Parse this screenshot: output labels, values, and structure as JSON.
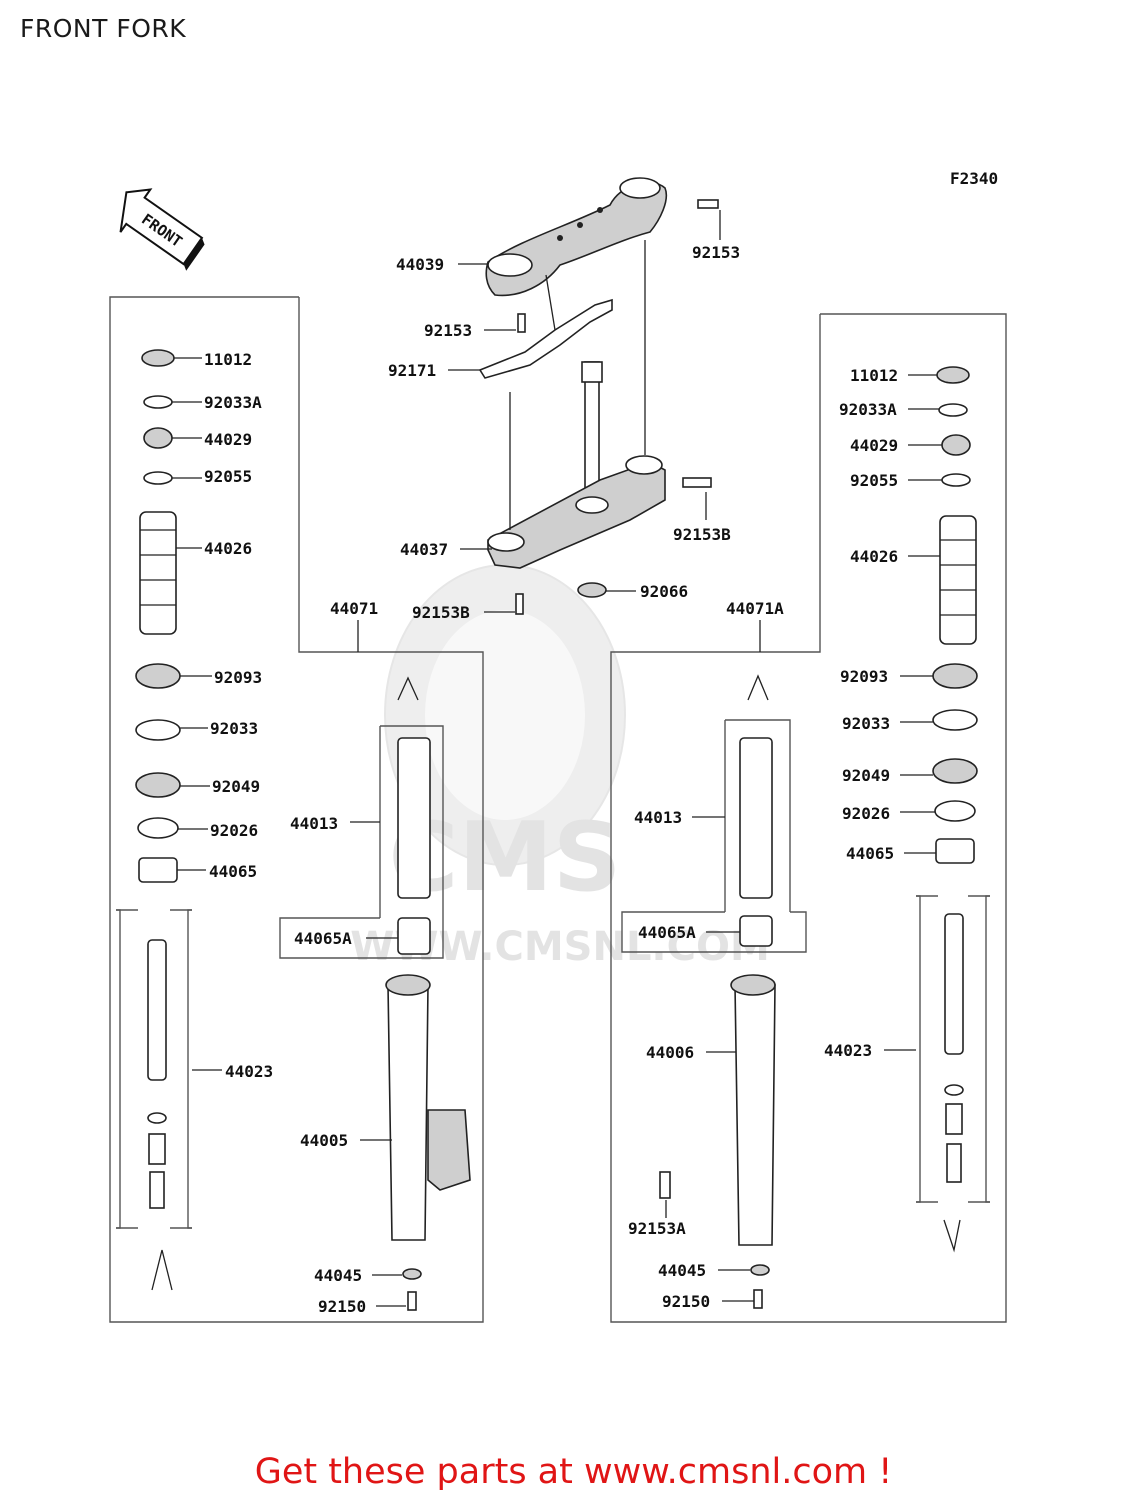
{
  "header": {
    "title": "FRONT FORK"
  },
  "figure": {
    "code": "F2340",
    "direction_label": "FRONT"
  },
  "watermark": {
    "brand": "CMS",
    "url": "WWW.CMSNL.COM"
  },
  "labels": {
    "top": {
      "p44039": "44039",
      "p92153_top": "92153",
      "p92153_upper": "92153",
      "p92171": "92171",
      "p44037": "44037",
      "p92153B_right": "92153B",
      "p92153B_left": "92153B",
      "p92066": "92066"
    },
    "left": {
      "p11012": "11012",
      "p92033A": "92033A",
      "p44029": "44029",
      "p92055": "92055",
      "p44026": "44026",
      "p44071": "44071",
      "p92093": "92093",
      "p92033": "92033",
      "p92049": "92049",
      "p92026": "92026",
      "p44065": "44065",
      "p44013": "44013",
      "p44065A": "44065A",
      "p44023": "44023",
      "p44005": "44005",
      "p44045": "44045",
      "p92150": "92150"
    },
    "right": {
      "p11012": "11012",
      "p92033A": "92033A",
      "p44029": "44029",
      "p92055": "92055",
      "p44026": "44026",
      "p44071A": "44071A",
      "p92093": "92093",
      "p92033": "92033",
      "p92049": "92049",
      "p92026": "92026",
      "p44065": "44065",
      "p44013": "44013",
      "p44065A": "44065A",
      "p44006": "44006",
      "p44023": "44023",
      "p92153A": "92153A",
      "p44045": "44045",
      "p92150": "92150"
    }
  },
  "footer": {
    "promo": "Get these parts at www.cmsnl.com !"
  }
}
